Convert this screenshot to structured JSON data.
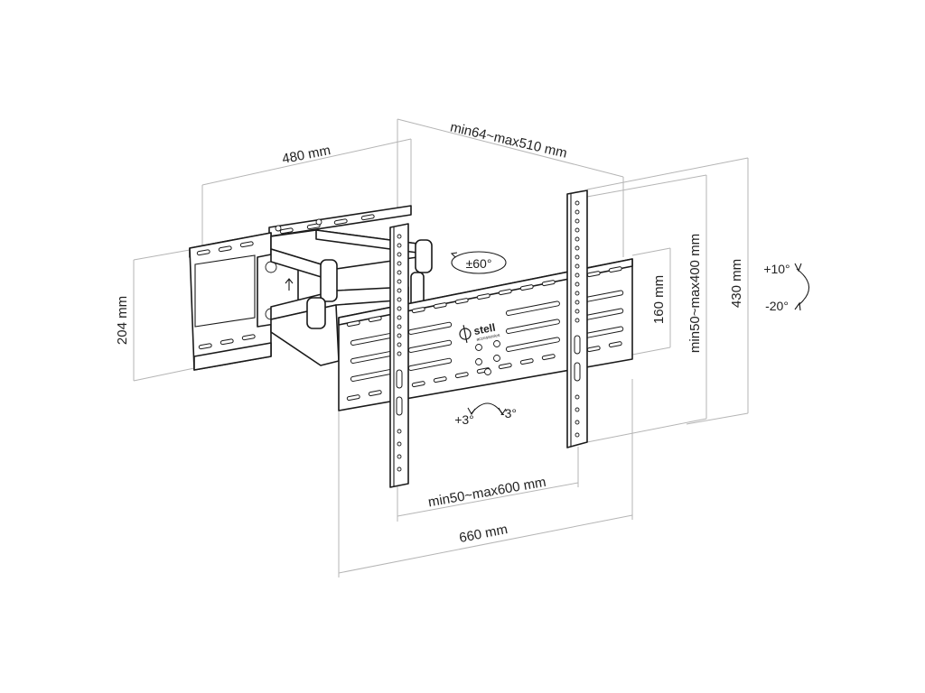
{
  "dimensions": {
    "arm_depth": "min64~max510 mm",
    "wall_plate_width": "480 mm",
    "wall_plate_height": "204 mm",
    "inner_vertical": "160 mm",
    "vesa_vertical": "min50~max400 mm",
    "total_height": "430 mm",
    "vesa_horizontal": "min50~max600 mm",
    "total_width": "660 mm"
  },
  "angles": {
    "swivel": "±60°",
    "tilt_up": "+10°",
    "tilt_down": "-20°",
    "rotate_left": "+3°",
    "rotate_right": "-3°"
  },
  "logo": {
    "brand": "stell",
    "subtitle": "accessories"
  }
}
